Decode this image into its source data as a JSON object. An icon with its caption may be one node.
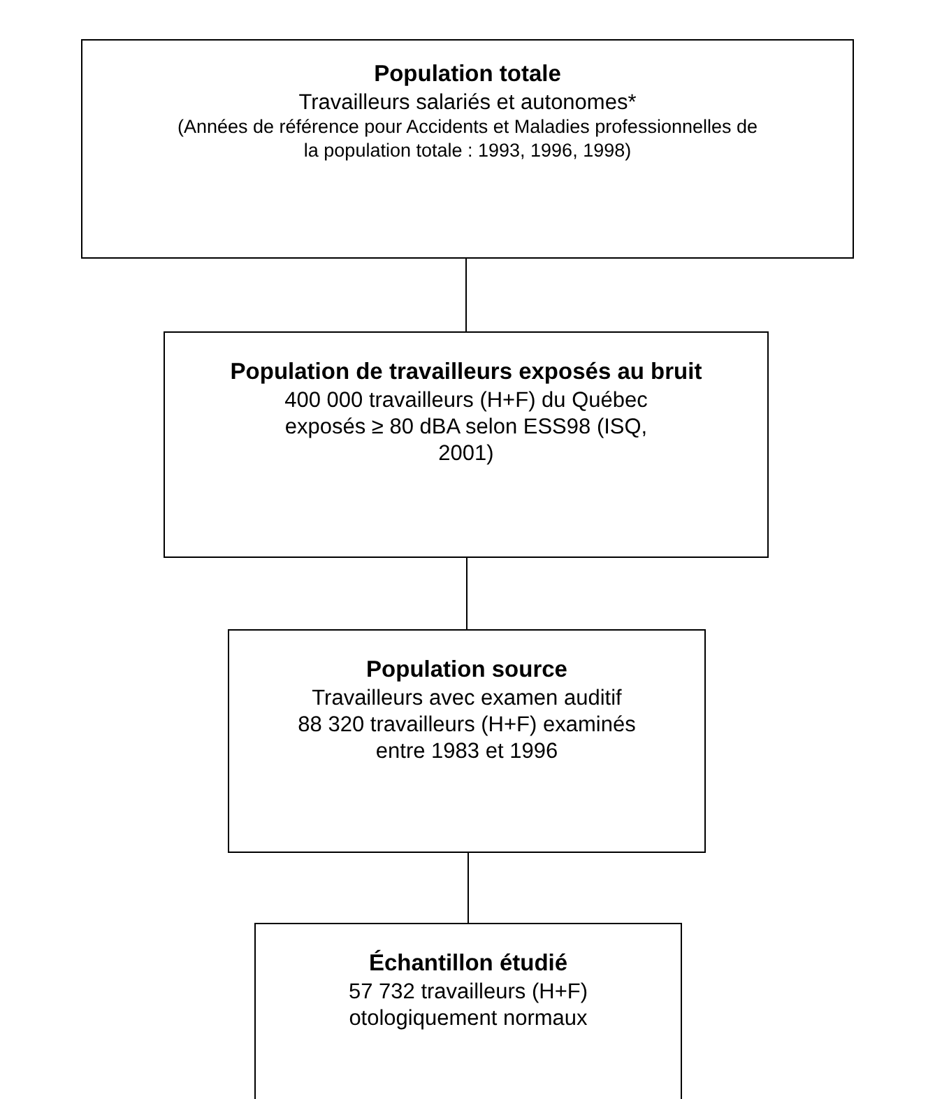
{
  "diagram": {
    "nodes": [
      {
        "text": [
          "Population totale",
          "Travailleurs salariés et autonomes*",
          "(Années de référence pour Accidents et Maladies professionnelles de la population totale : 1993, 1996, 1998)"
        ]
      },
      {
        "text": [
          "Population de travailleurs exposés au bruit",
          "400 000 travailleurs (H+F) du Québec exposés ≥ 80 dBA selon ESS98 (ISQ, 2001)"
        ]
      },
      {
        "text": [
          "Population source",
          "Travailleurs avec examen auditif",
          "88 320 travailleurs (H+F) examinés entre 1983 et 1996"
        ]
      },
      {
        "text": [
          "Échantillon étudié",
          "57 732 travailleurs (H+F) otologiquement normaux"
        ]
      }
    ],
    "edges": [
      {
        "from": 0,
        "to": 1,
        "arrow": "none"
      },
      {
        "from": 1,
        "to": 2,
        "arrow": "none"
      },
      {
        "from": 2,
        "to": 3,
        "arrow": "none"
      }
    ]
  }
}
